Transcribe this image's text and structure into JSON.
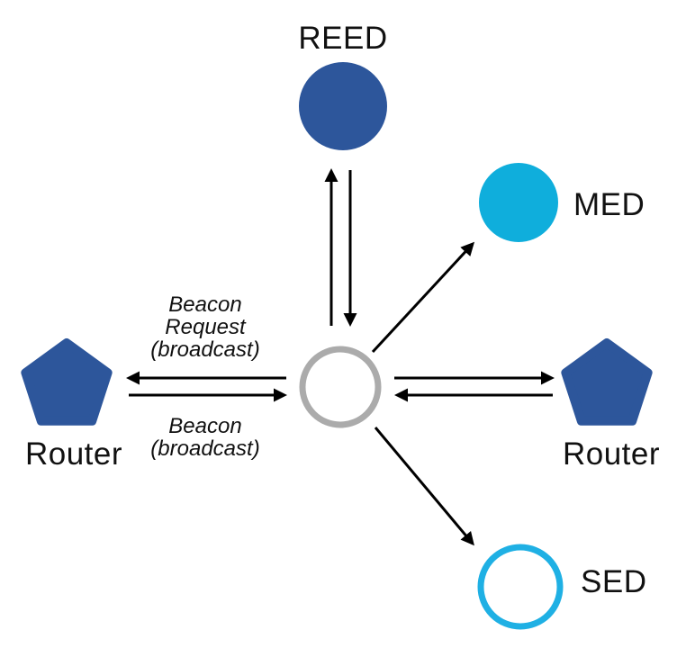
{
  "colors": {
    "background": "#FFFFFF",
    "node_blue": "#2D569B",
    "node_cyan": "#0FAEDC",
    "sed_cyan": "#1FB0E4",
    "joiner_gray": "#ABABAB",
    "arrow_black": "#000000",
    "text_black": "#111111"
  },
  "nodes": {
    "reed": {
      "label": "REED",
      "shape": "filled-circle"
    },
    "med": {
      "label": "MED",
      "shape": "filled-circle"
    },
    "router_left": {
      "label": "Router",
      "shape": "filled-pentagon"
    },
    "router_right": {
      "label": "Router",
      "shape": "filled-pentagon"
    },
    "joiner": {
      "label": "",
      "shape": "outlined-circle-gray"
    },
    "sed": {
      "label": "SED",
      "shape": "outlined-circle-cyan"
    }
  },
  "annotations": {
    "beacon_request": {
      "lines": [
        "Beacon",
        "Request",
        "(broadcast)"
      ],
      "style": "italic"
    },
    "beacon": {
      "lines": [
        "Beacon",
        "(broadcast)"
      ],
      "style": "italic"
    }
  },
  "edges": [
    {
      "from": "joiner",
      "to": "reed",
      "direction": "up"
    },
    {
      "from": "reed",
      "to": "joiner",
      "direction": "down"
    },
    {
      "from": "joiner",
      "to": "med",
      "direction": "up-right"
    },
    {
      "from": "joiner",
      "to": "router_left",
      "direction": "left",
      "label": "Beacon Request (broadcast)"
    },
    {
      "from": "router_left",
      "to": "joiner",
      "direction": "right",
      "label": "Beacon (broadcast)"
    },
    {
      "from": "joiner",
      "to": "router_right",
      "direction": "right"
    },
    {
      "from": "router_right",
      "to": "joiner",
      "direction": "left"
    },
    {
      "from": "joiner",
      "to": "sed",
      "direction": "down-right"
    }
  ]
}
